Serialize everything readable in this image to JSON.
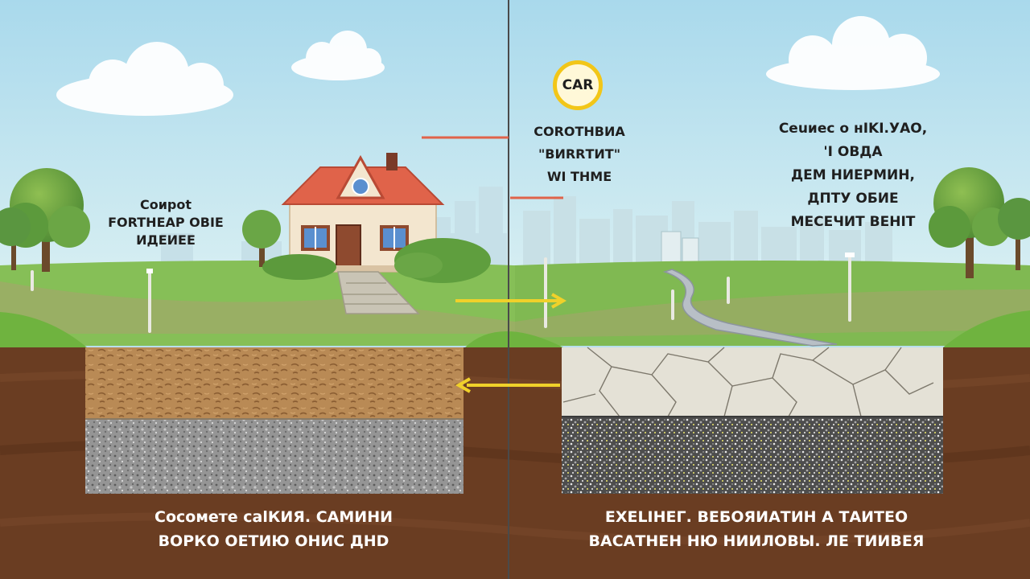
{
  "left_panel": {
    "note_lines": [
      "Coироt",
      "FORTHEAP OBIE",
      "ИДЕИЕЕ"
    ],
    "caption_lines": [
      "Сосомете саlКИЯ. САМИНИ",
      "ВОРКО ОЕТИЮ ОНИС ДНD"
    ]
  },
  "right_panel": {
    "badge_text": "CAR",
    "note_center_lines": [
      "COROTHBИA",
      "\"ВИRRТИТ\"",
      "WI ТНМЕ"
    ],
    "note_right_lines": [
      "Сеuиес о нIKI.УАО,",
      "'I ОВДА",
      "ДЕМ НИЕРМИН,",
      "ДПТУ ОБИЕ",
      "МЕСЕЧИТ ВЕНIТ"
    ],
    "caption_lines": [
      "ЕХЕLIНЕГ. ВЕБОЯИАТИН А ТАИТЕО",
      "ВАСАТНЕН НЮ НИИЛОВЫ. ЛЕ ТИИВЕЯ"
    ]
  },
  "colors": {
    "sky": "#b8e0ee",
    "grass": "#7cb64a",
    "soil": "#6a3d22",
    "topsoil_fill": "#b98a55",
    "concrete_fill": "#e4e1d6",
    "gravel_fill": "#9a9a9a",
    "roof": "#e0634a",
    "arrow": "#f0d12a",
    "marker_red": "#e0634a",
    "badge_ring": "#f2c618"
  }
}
